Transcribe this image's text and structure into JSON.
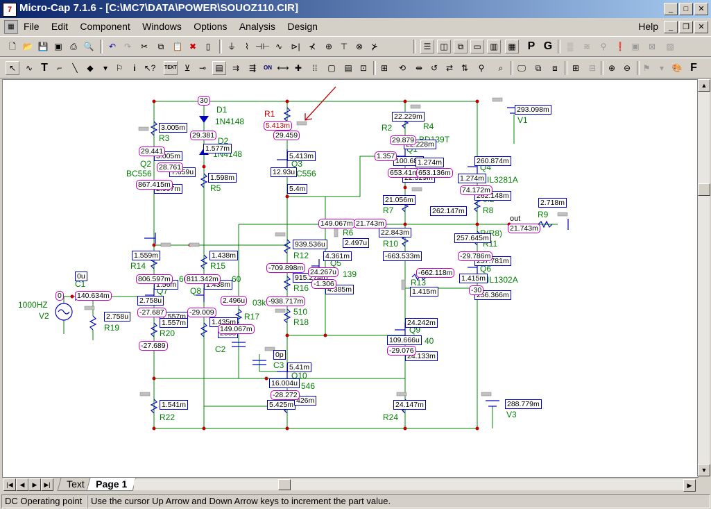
{
  "window": {
    "title": "Micro-Cap 7.1.6 - [C:\\MC7\\DATA\\POWER\\SOUOZ110.CIR]",
    "app_icon": "7"
  },
  "menu": {
    "items": [
      "File",
      "Edit",
      "Component",
      "Windows",
      "Options",
      "Analysis",
      "Design"
    ],
    "help": "Help"
  },
  "toolbar": {
    "text_button": "TEXT",
    "on_button": "ON",
    "p_button": "P",
    "g_button": "G",
    "f_button": "F"
  },
  "schematic": {
    "component_labels": {
      "d1": "D1",
      "d1_model": "1N4148",
      "d2": "D2",
      "d2_model": "1N4148",
      "r1": "R1",
      "r2": "R2",
      "r3": "R3",
      "r4": "R4",
      "r5": "R5",
      "r6": "R6",
      "r7": "R7",
      "r8": "R8",
      "r8_value": "0.2",
      "r9": "R9",
      "r10": "R10",
      "r11": "R11",
      "r11_value": "R(R8)",
      "r12": "R12",
      "r13": "R13",
      "r14": "R14",
      "r15": "R15",
      "r16": "R16",
      "r17": "R17",
      "r18": "R18",
      "r18_value": "510",
      "r19": "R19",
      "r20": "R20",
      "r22": "R22",
      "r24": "R24",
      "q1": "Q1",
      "q1_model": "BD139T",
      "q2": "Q2",
      "q2_model": "BC556",
      "q3": "Q3",
      "q3_model": "C556",
      "q4": "Q4",
      "q4_model": "IL3281A",
      "q5": "Q5",
      "q5_model": "139",
      "q6": "Q6",
      "q6_model": "IL1302A",
      "q7": "Q7",
      "q8": "Q8",
      "q9": "Q9",
      "q9_model": "40",
      "q10": "Q10",
      "q10_model": "546",
      "c1": "C1",
      "c1_value": "0u",
      "c2": "C2",
      "c2_value": "2000",
      "c3": "C3",
      "c3_value": "0p",
      "v1": "V1",
      "v2": "V2",
      "v2_value": "1000HZ",
      "v3": "V3",
      "out": "out",
      "r17_value": "03k",
      "q7_side": "60",
      "q8_side": "60"
    },
    "voltages": [
      "293.098m",
      "22.229m",
      "22.228m",
      "100.682",
      "1.274m",
      "260.874m",
      "1.274m",
      "22.329m",
      "262.148m",
      "21.056m",
      "262.147m",
      "22.843m",
      "257.645m",
      "-663.533m",
      "257.781m",
      "1.415m",
      "1.415m",
      "256.366m",
      "2.718m",
      "2.497u",
      "3.005m",
      "3.005m",
      "1.577m",
      "7.659u",
      "1.598m",
      "2.997m",
      "5.413m",
      "12.93u",
      "5.4m",
      "939.536u",
      "4.361m",
      "915.274u",
      "4.385m",
      "1.559m",
      "1.56m",
      "1.438m",
      "1.438m",
      "2.758u",
      "2.758u",
      "1.557m",
      "1.557m",
      "1.435m",
      "1.541m",
      "24.242m",
      "109.666u",
      "24.133m",
      "5.41m",
      "16.004u",
      "5.425m",
      "24.147m",
      "288.779m",
      "426m"
    ],
    "currents": [
      "30",
      "29.381",
      "29.441",
      "28.761",
      "867.415m",
      "5.413m",
      "29.459",
      "29.879",
      "1.357",
      "653.41m",
      "653.136m",
      "74.172m",
      "149.067m",
      "21.743m",
      "21.743m",
      "-709.898m",
      "24.267u",
      "-1.306",
      "-938.717m",
      "806.597m",
      "811.342m",
      "-27.687",
      "-27.689",
      "-29.009",
      "2.496u",
      "149.067m",
      "-29.786m",
      "-662.118m",
      "-29.076",
      "-28.272",
      "0",
      "140.634m",
      "-30"
    ]
  },
  "tabs": {
    "text": "Text",
    "page1": "Page 1"
  },
  "status": {
    "mode": "DC Operating point",
    "hint": "Use the cursor Up Arrow and Down Arrow keys to increment the part value."
  }
}
